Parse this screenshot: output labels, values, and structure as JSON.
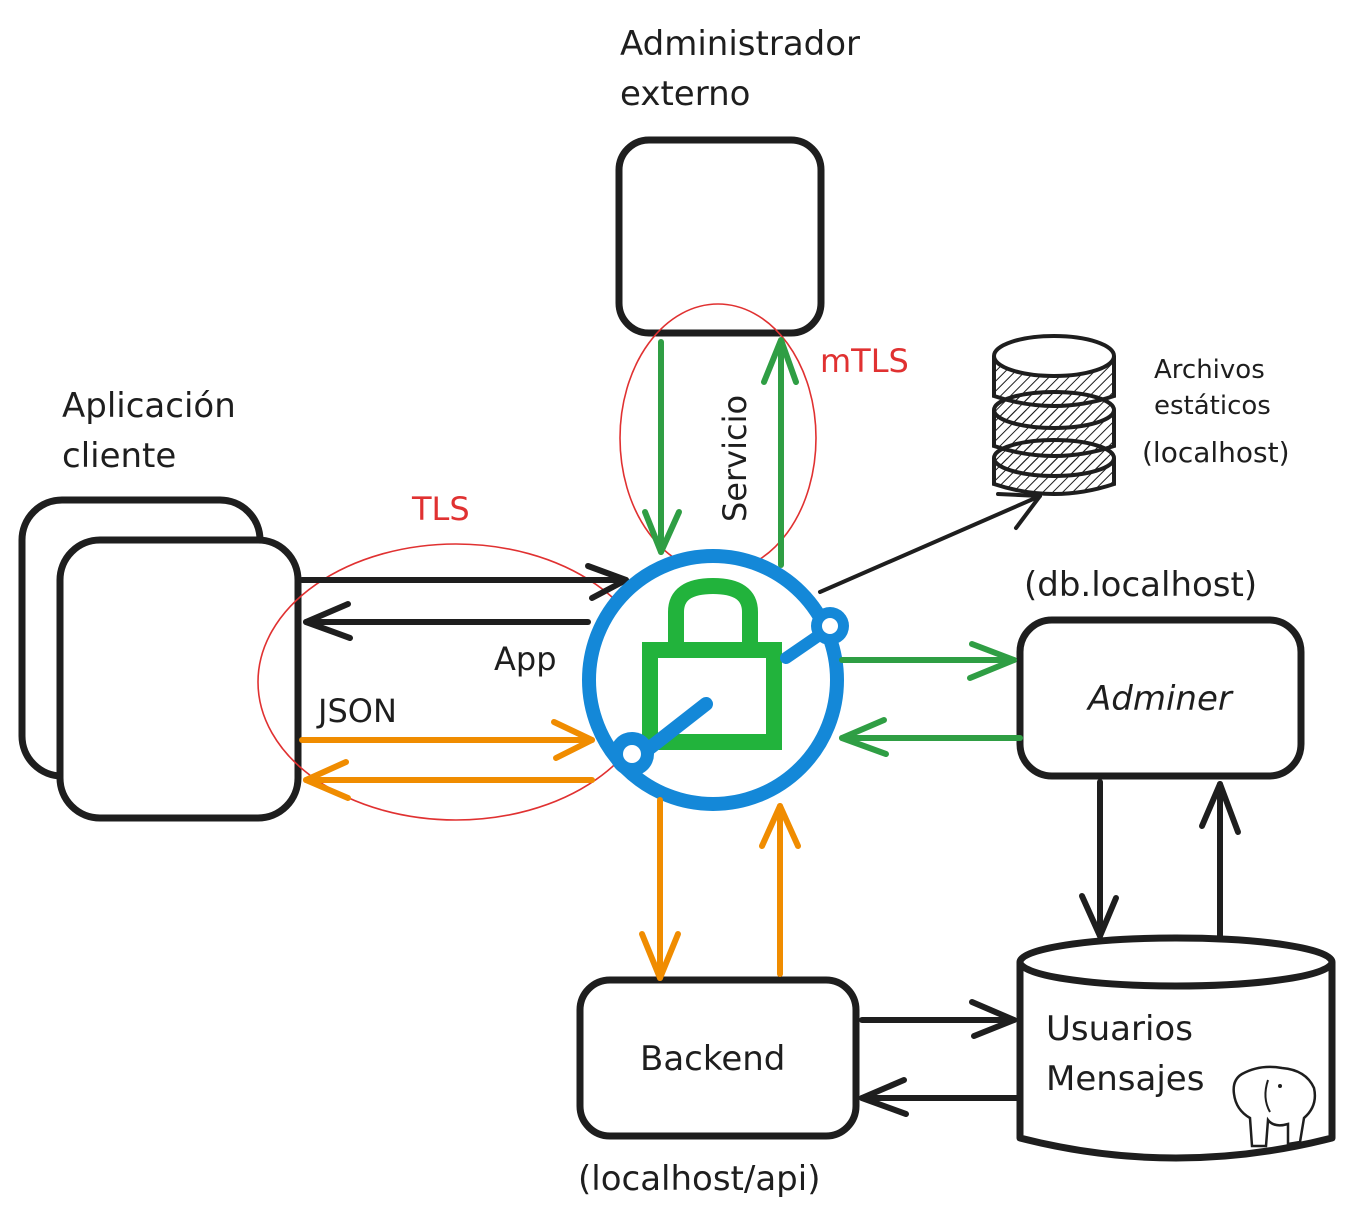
{
  "labels": {
    "admin_line1": "Administrador",
    "admin_line2": "externo",
    "client_line1": "Aplicación",
    "client_line2": "cliente",
    "tls": "TLS",
    "mtls": "mTLS",
    "servicio": "Servicio",
    "app": "App",
    "json": "JSON",
    "files_line1": "Archivos",
    "files_line2": "estáticos",
    "files_line3": "(localhost)",
    "db_host": "(db.localhost)",
    "adminer": "Adminer",
    "backend": "Backend",
    "backend_host": "(localhost/api)",
    "db_line1": "Usuarios",
    "db_line2": "Mensajes"
  },
  "colors": {
    "ink": "#1e1e1e",
    "green": "#2f9e44",
    "orange": "#f08c00",
    "red": "#e03131",
    "proxy_blue": "#1488d8",
    "lock_green": "#22b33c"
  },
  "icons": {
    "proxy": "lock-proxy-icon",
    "static_files": "database-stack-icon",
    "postgres": "elephant-icon"
  }
}
